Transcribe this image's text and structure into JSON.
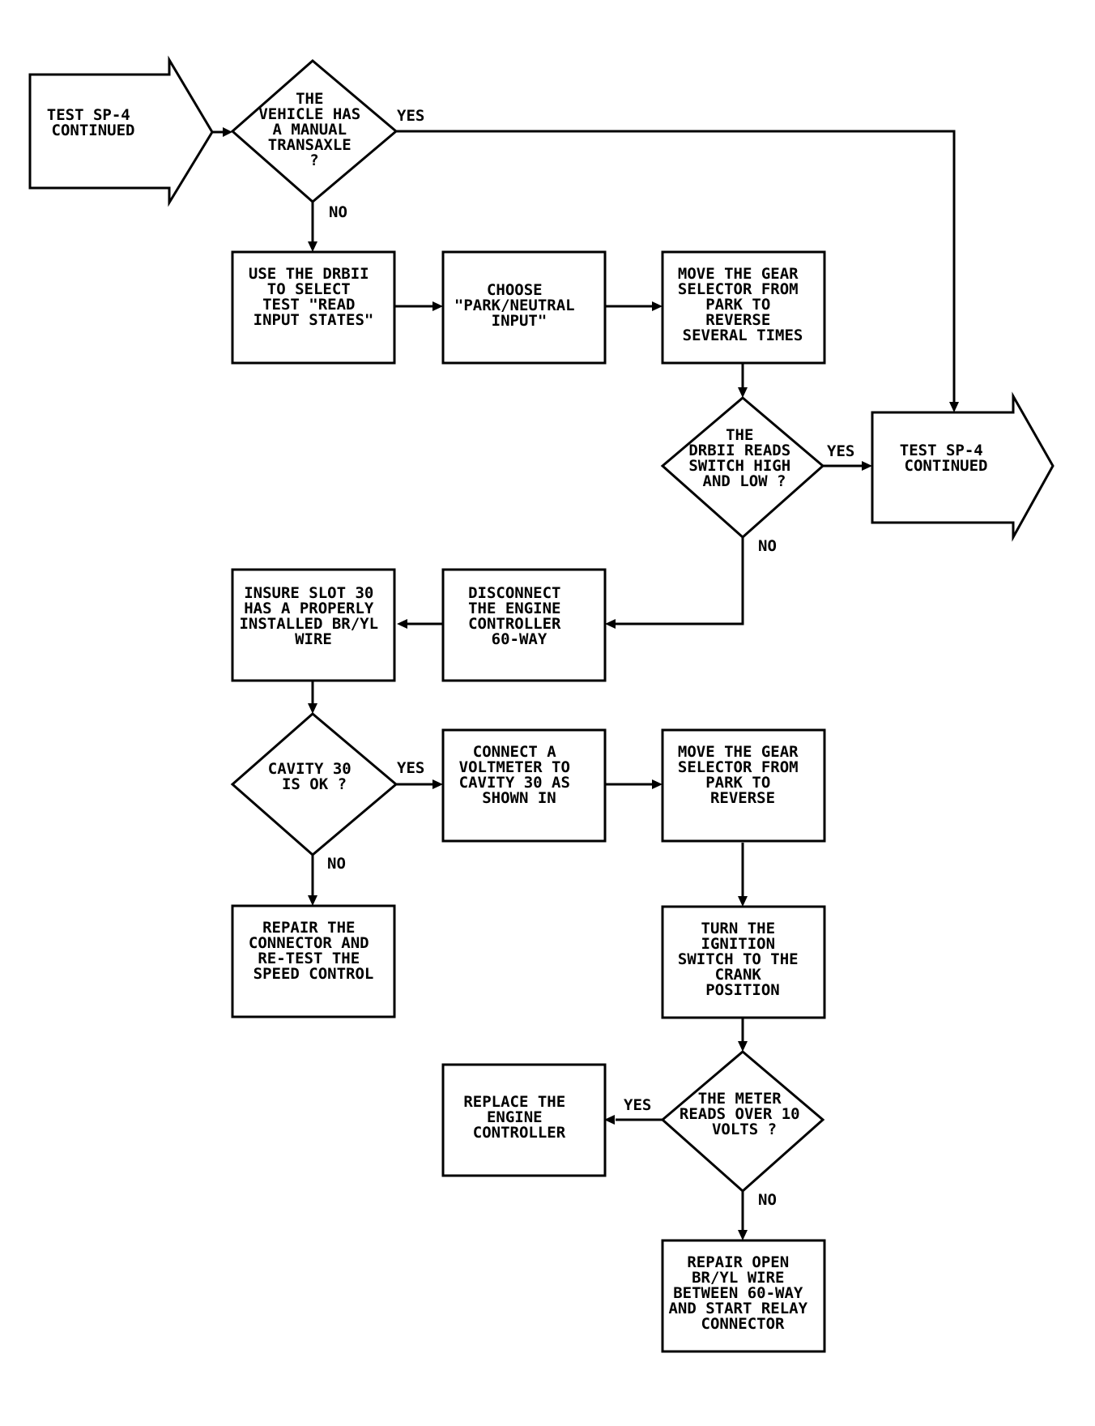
{
  "nodes": {
    "start_entry": [
      "TEST SP-4",
      "CONTINUED"
    ],
    "q_manual": [
      "THE",
      "VEHICLE HAS",
      "A MANUAL",
      "TRANSAXLE",
      "?"
    ],
    "use_drbii": [
      "USE THE DRBII",
      "TO SELECT",
      "TEST \"READ",
      "INPUT STATES\""
    ],
    "choose": [
      "CHOOSE",
      "\"PARK/NEUTRAL",
      "INPUT\""
    ],
    "move_gear_1": [
      "MOVE THE GEAR",
      "SELECTOR FROM",
      "PARK TO",
      "REVERSE",
      "SEVERAL TIMES"
    ],
    "q_drbii": [
      "THE",
      "DRBII READS",
      "SWITCH HIGH",
      "AND LOW ?"
    ],
    "exit_right": [
      "TEST SP-4",
      "CONTINUED"
    ],
    "disconnect": [
      "DISCONNECT",
      "THE ENGINE",
      "CONTROLLER",
      "60-WAY"
    ],
    "insure_slot": [
      "INSURE SLOT 30",
      "HAS A PROPERLY",
      "INSTALLED BR/YL",
      "WIRE"
    ],
    "q_cavity": [
      "CAVITY 30",
      "IS OK ?"
    ],
    "connect_voltmeter": [
      "CONNECT A",
      "VOLTMETER TO",
      "CAVITY 30 AS",
      "SHOWN IN"
    ],
    "move_gear_2": [
      "MOVE THE GEAR",
      "SELECTOR FROM",
      "PARK TO",
      "REVERSE"
    ],
    "repair_connector": [
      "REPAIR THE",
      "CONNECTOR AND",
      "RE-TEST THE",
      "SPEED CONTROL"
    ],
    "turn_ignition": [
      "TURN THE",
      "IGNITION",
      "SWITCH TO THE",
      "CRANK",
      "POSITION"
    ],
    "q_meter": [
      "THE METER",
      "READS OVER 10",
      "VOLTS ?"
    ],
    "replace_controller": [
      "REPLACE THE",
      "ENGINE",
      "CONTROLLER"
    ],
    "repair_open": [
      "REPAIR OPEN",
      "BR/YL WIRE",
      "BETWEEN 60-WAY",
      "AND START RELAY",
      "CONNECTOR"
    ]
  },
  "edge_labels": {
    "manual_yes": "YES",
    "manual_no": "NO",
    "drbii_yes": "YES",
    "drbii_no": "NO",
    "cavity_yes": "YES",
    "cavity_no": "NO",
    "meter_yes": "YES",
    "meter_no": "NO"
  }
}
